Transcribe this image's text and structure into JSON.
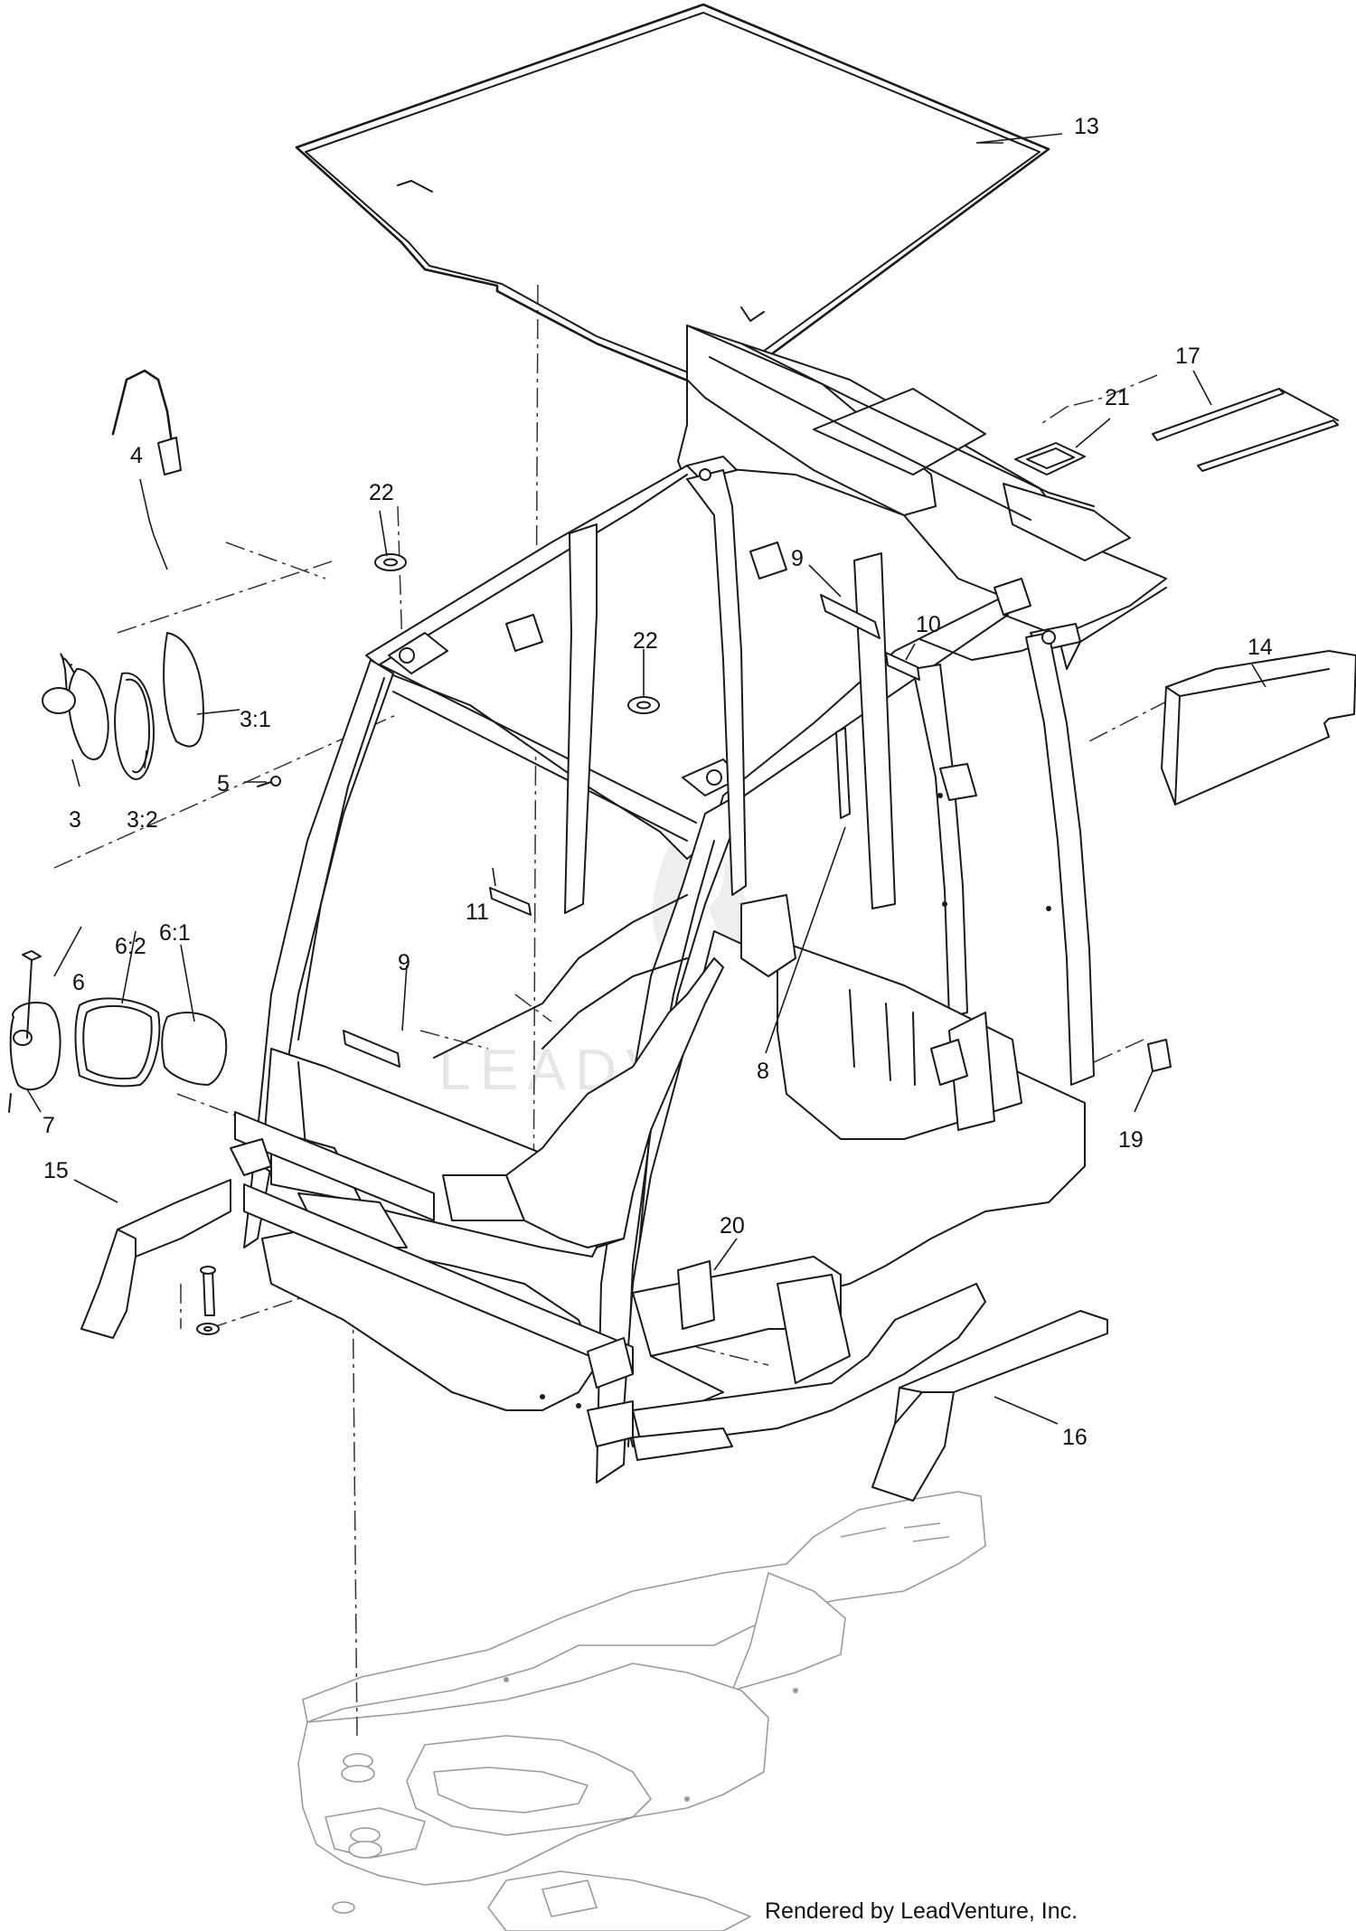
{
  "watermark": {
    "text": "LEADVENTURE"
  },
  "credit": "Rendered by LeadVenture, Inc.",
  "callouts": {
    "c13": "13",
    "c17": "17",
    "c21": "21",
    "c4": "4",
    "c22a": "22",
    "c9a": "9",
    "c10": "10",
    "c22b": "22",
    "c14": "14",
    "c3_1": "3:1",
    "c3": "3",
    "c3_2": "3:2",
    "c5": "5",
    "c11": "11",
    "c6_1": "6:1",
    "c6_2": "6:2",
    "c6": "6",
    "c9b": "9",
    "c8": "8",
    "c19": "19",
    "c7": "7",
    "c15": "15",
    "c20": "20",
    "c16": "16"
  }
}
